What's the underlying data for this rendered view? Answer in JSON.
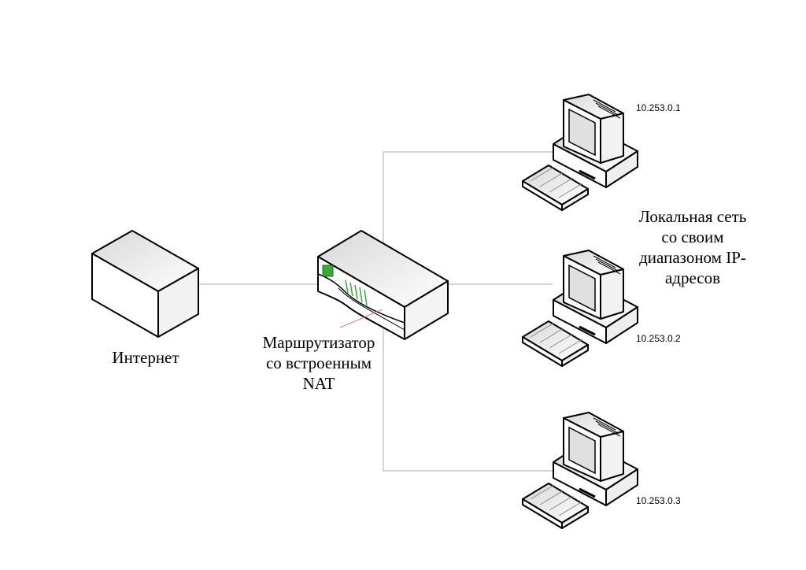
{
  "labels": {
    "internet": "Интернет",
    "router": "Маршрутизатор\nсо встроенным\nNAT",
    "lan": "Локальная сеть\nсо своим\nдиапазоном IP-\nадресов"
  },
  "hosts": [
    {
      "ip": "10.253.0.1"
    },
    {
      "ip": "10.253.0.2"
    },
    {
      "ip": "10.253.0.3"
    }
  ],
  "colors": {
    "line": "#aaaaaa",
    "outline": "#000000",
    "led": "#3aa83a",
    "pink": "#e36fb0"
  },
  "icons": [
    "cloud-box-icon",
    "router-icon",
    "computer-icon"
  ]
}
